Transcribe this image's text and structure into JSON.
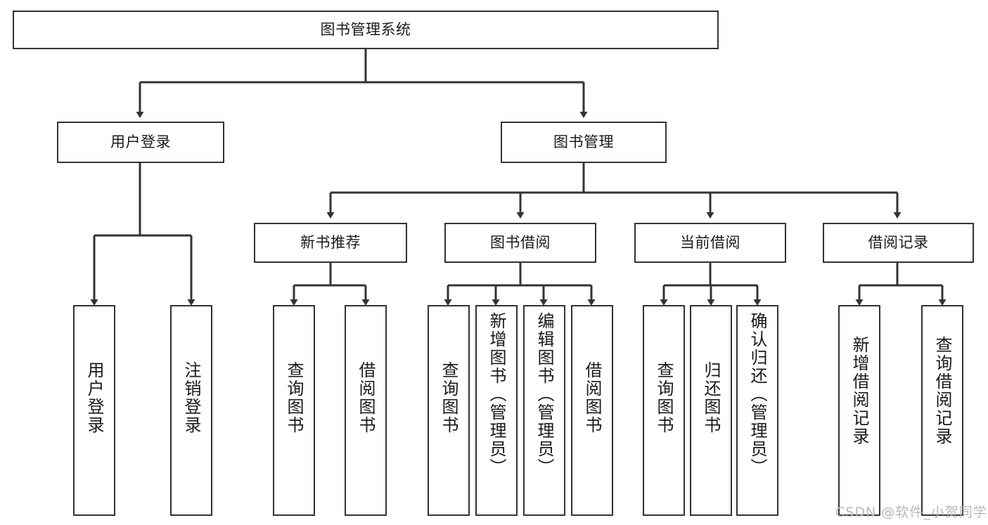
{
  "diagram": {
    "type": "tree-hierarchy-chart",
    "title": "图书管理系统",
    "levels": {
      "level1": [
        {
          "id": "root",
          "label": "图书管理系统"
        }
      ],
      "level2": [
        {
          "id": "user-login",
          "label": "用户登录",
          "parent": "root"
        },
        {
          "id": "book-manage",
          "label": "图书管理",
          "parent": "root"
        }
      ],
      "level3": [
        {
          "id": "new-book-rec",
          "label": "新书推荐",
          "parent": "book-manage"
        },
        {
          "id": "book-borrow",
          "label": "图书借阅",
          "parent": "book-manage"
        },
        {
          "id": "current-borrow",
          "label": "当前借阅",
          "parent": "book-manage"
        },
        {
          "id": "borrow-record",
          "label": "借阅记录",
          "parent": "book-manage"
        }
      ],
      "level4": [
        {
          "id": "leaf-user-login",
          "label": "用户登录",
          "parent": "user-login"
        },
        {
          "id": "leaf-user-logout",
          "label": "注销登录",
          "parent": "user-login"
        },
        {
          "id": "leaf-query-book-1",
          "label": "查询图书",
          "parent": "new-book-rec"
        },
        {
          "id": "leaf-borrow-book-1",
          "label": "借阅图书",
          "parent": "new-book-rec"
        },
        {
          "id": "leaf-query-book-2",
          "label": "查询图书",
          "parent": "book-borrow"
        },
        {
          "id": "leaf-add-book",
          "label": "新增图书（管理员）",
          "parent": "book-borrow"
        },
        {
          "id": "leaf-edit-book",
          "label": "编辑图书（管理员）",
          "parent": "book-borrow"
        },
        {
          "id": "leaf-borrow-book-2",
          "label": "借阅图书",
          "parent": "book-borrow"
        },
        {
          "id": "leaf-query-book-3",
          "label": "查询图书",
          "parent": "current-borrow"
        },
        {
          "id": "leaf-return-book",
          "label": "归还图书",
          "parent": "current-borrow"
        },
        {
          "id": "leaf-confirm-return",
          "label": "确认归还（管理员）",
          "parent": "current-borrow"
        },
        {
          "id": "leaf-add-record",
          "label": "新增借阅记录",
          "parent": "borrow-record"
        },
        {
          "id": "leaf-query-record",
          "label": "查询借阅记录",
          "parent": "borrow-record"
        }
      ]
    }
  },
  "watermark": {
    "text": "CSDN @软件_小贺同学"
  },
  "colors": {
    "box_border": "#333333",
    "box_fill": "#ffffff",
    "connector": "#333333",
    "text": "#1a1a1a",
    "watermark": "#b9b9b9",
    "background": "#ffffff"
  }
}
